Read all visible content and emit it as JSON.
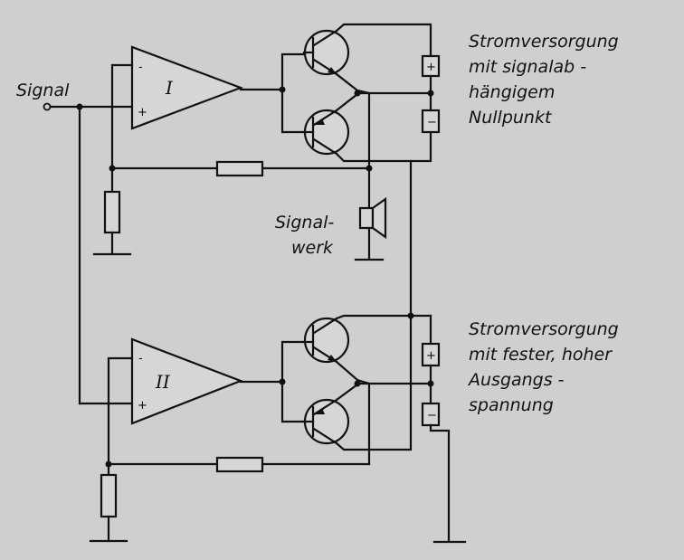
{
  "labels": {
    "signal": "Signal",
    "amp1": "I",
    "amp2": "II",
    "speaker_line1": "Signal-",
    "speaker_line2": "werk",
    "supply1": [
      "Stromversorgung",
      "mit signalab -",
      "hängigem",
      "Nullpunkt"
    ],
    "supply2": [
      "Stromversorgung",
      "mit fester, hoher",
      "Ausgangs -",
      "spannung"
    ],
    "minus": "-",
    "plus": "+",
    "cell_plus": "+",
    "cell_minus": "−"
  }
}
